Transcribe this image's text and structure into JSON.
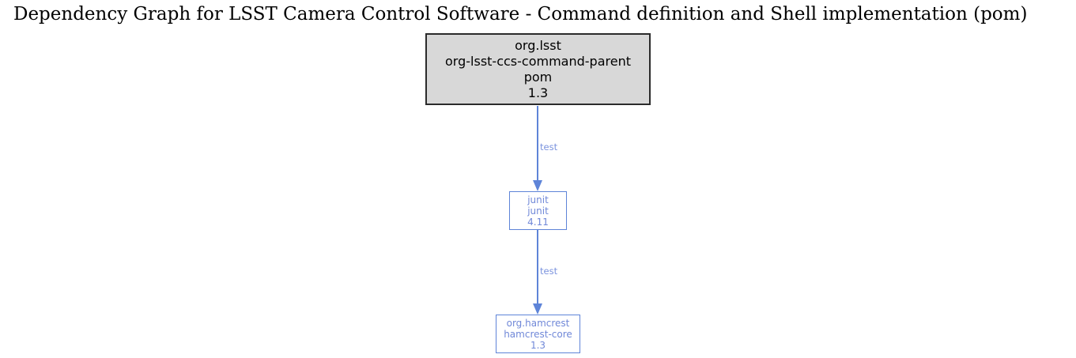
{
  "title": "Dependency Graph for LSST Camera Control Software - Command definition and Shell implementation (pom)",
  "graph": {
    "nodes": [
      {
        "id": "parent-pom",
        "style": "root",
        "lines": [
          "org.lsst",
          "org-lsst-ccs-command-parent",
          "pom",
          "1.3"
        ]
      },
      {
        "id": "junit",
        "style": "dependency",
        "lines": [
          "junit",
          "junit",
          "4.11"
        ]
      },
      {
        "id": "hamcrest-core",
        "style": "dependency",
        "lines": [
          "org.hamcrest",
          "hamcrest-core",
          "1.3"
        ]
      }
    ],
    "edges": [
      {
        "from": "parent-pom",
        "to": "junit",
        "label": "test"
      },
      {
        "from": "junit",
        "to": "hamcrest-core",
        "label": "test"
      }
    ]
  },
  "colors": {
    "background": "#ffffff",
    "root_node_fill": "#d8d8d8",
    "root_node_border": "#2b2b2b",
    "dependency_blue": "#5e84d8",
    "edge_label_blue": "#7b93de",
    "title_text": "#000000"
  }
}
